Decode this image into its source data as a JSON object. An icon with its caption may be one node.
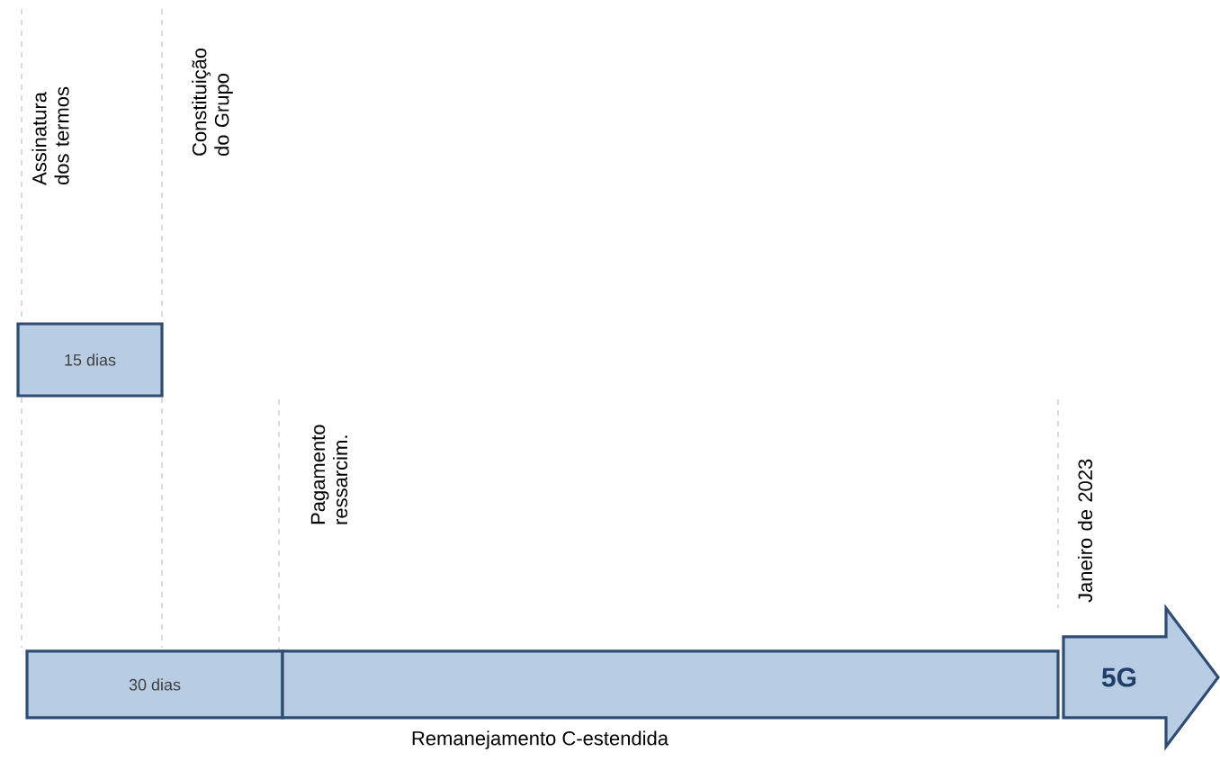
{
  "diagram": {
    "nodes": [
      {
        "text": [
          "15 dias"
        ]
      },
      {
        "text": [
          "30 dias"
        ]
      },
      {
        "text": [],
        "shape": "bar",
        "beside": [
          "Remanejamento C-estendida"
        ]
      },
      {
        "text": [
          "5G"
        ]
      }
    ],
    "labels": [
      "Assinatura dos termos",
      "Constituição do Grupo",
      "Pagamento ressarcim.",
      "Janeiro de 2023"
    ]
  }
}
